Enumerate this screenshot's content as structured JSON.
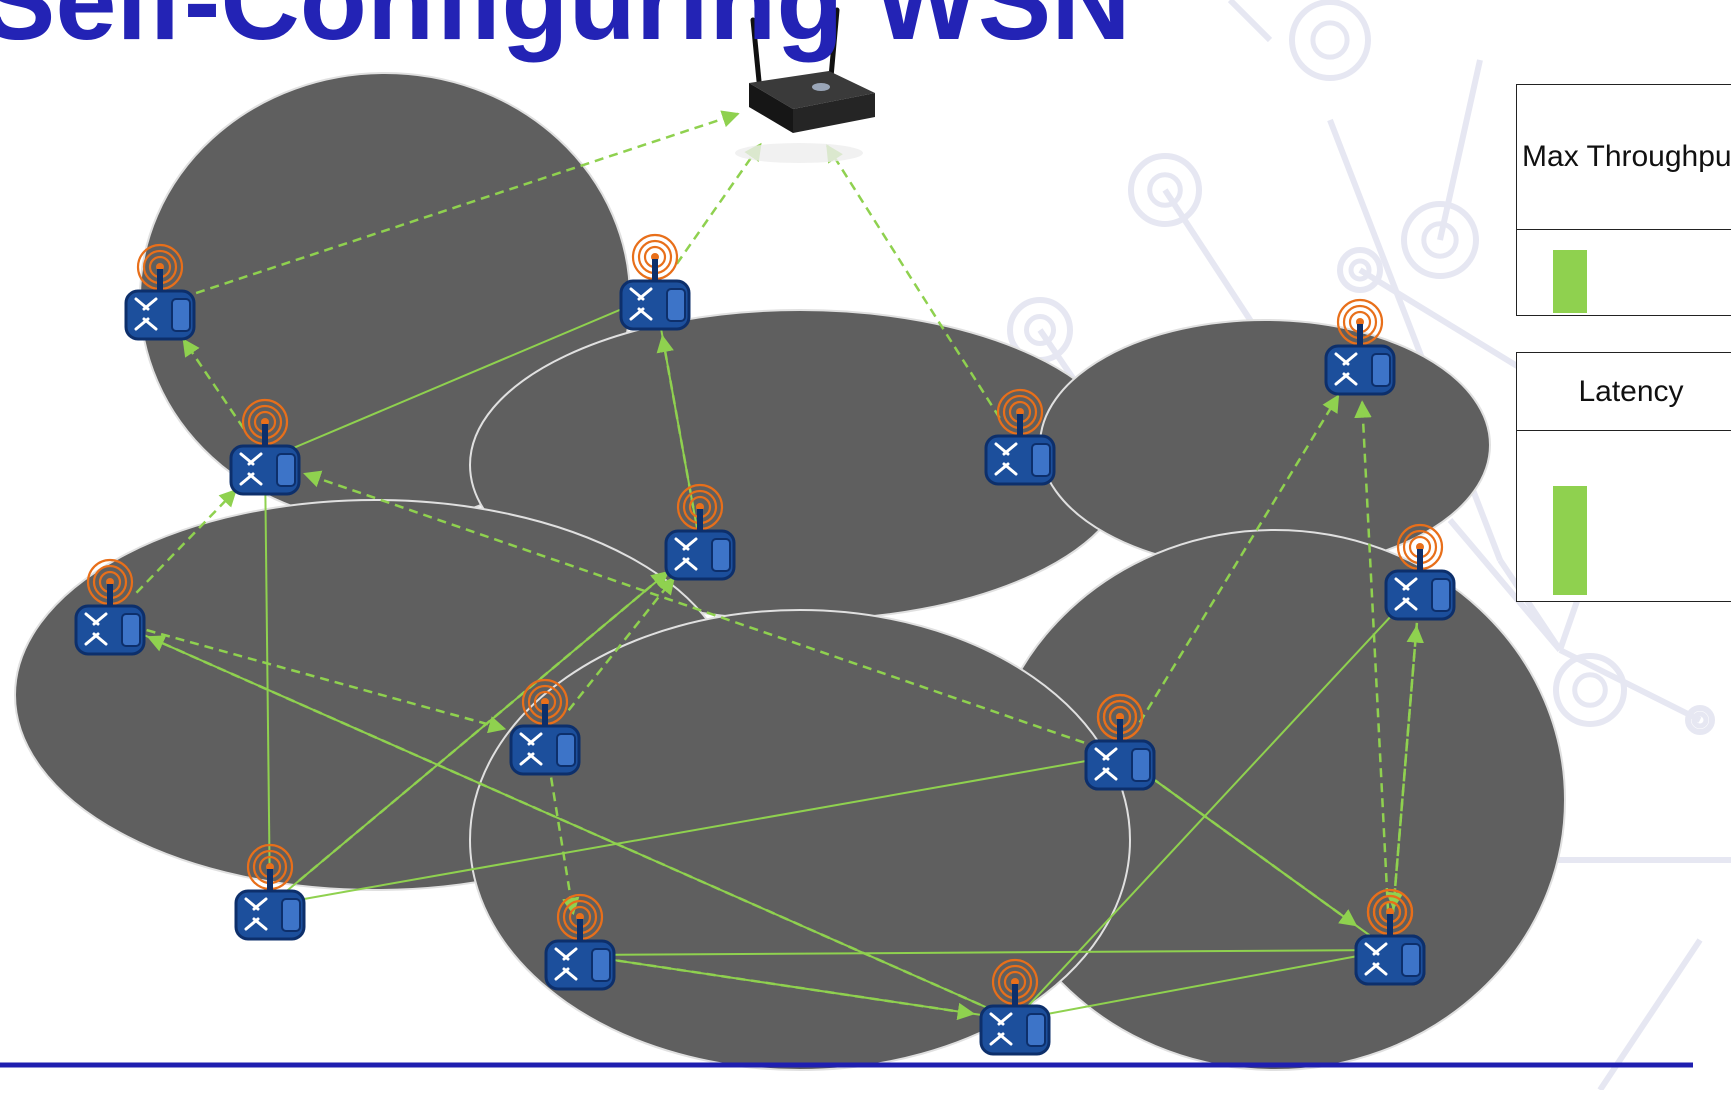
{
  "title": "Self-Configuring WSN",
  "colors": {
    "title": "#2323b5",
    "footer_rule": "#1f1fb0",
    "region_fill": "#5f5f5f",
    "region_outline": "#e0e0e0",
    "mesh_link": "#8fd14f",
    "route_link": "#8fd14f",
    "node_body": "#1c4f9c",
    "antenna_rings": "#e86f1a",
    "meter_bar": "#8fd14f",
    "watermark": "#e6e7f2"
  },
  "meters": {
    "throughput": {
      "label": "Max Throughput",
      "level": 0.74
    },
    "latency": {
      "label": "Latency",
      "level": 0.64
    }
  },
  "gateway": {
    "icon": "wireless-router-icon"
  },
  "nodes": [
    {
      "id": "n1",
      "icon": "wireless-sensor-node-icon"
    },
    {
      "id": "n2",
      "icon": "wireless-sensor-node-icon"
    },
    {
      "id": "n3",
      "icon": "wireless-sensor-node-icon"
    },
    {
      "id": "n4",
      "icon": "wireless-sensor-node-icon"
    },
    {
      "id": "n5",
      "icon": "wireless-sensor-node-icon"
    },
    {
      "id": "n6",
      "icon": "wireless-sensor-node-icon"
    },
    {
      "id": "n7",
      "icon": "wireless-sensor-node-icon"
    },
    {
      "id": "n8",
      "icon": "wireless-sensor-node-icon"
    },
    {
      "id": "n9",
      "icon": "wireless-sensor-node-icon"
    },
    {
      "id": "n10",
      "icon": "wireless-sensor-node-icon"
    },
    {
      "id": "n11",
      "icon": "wireless-sensor-node-icon"
    },
    {
      "id": "n12",
      "icon": "wireless-sensor-node-icon"
    },
    {
      "id": "n13",
      "icon": "wireless-sensor-node-icon"
    },
    {
      "id": "n14",
      "icon": "wireless-sensor-node-icon"
    },
    {
      "id": "n15",
      "icon": "wireless-sensor-node-icon"
    },
    {
      "id": "n16",
      "icon": "wireless-sensor-node-icon"
    }
  ],
  "mesh_links": [
    [
      "n2",
      "n3"
    ],
    [
      "n2",
      "n5"
    ],
    [
      "n3",
      "n7"
    ],
    [
      "n5",
      "n7"
    ],
    [
      "n7",
      "n10"
    ],
    [
      "n6",
      "n13"
    ],
    [
      "n12",
      "n13"
    ],
    [
      "n12",
      "n16"
    ],
    [
      "n13",
      "n14"
    ],
    [
      "n13",
      "n11"
    ],
    [
      "n14",
      "n16"
    ],
    [
      "n14",
      "n15"
    ],
    [
      "n15",
      "n16"
    ]
  ],
  "route_links": [
    [
      "n1",
      "gw"
    ],
    [
      "n2",
      "gw"
    ],
    [
      "n4",
      "gw"
    ],
    [
      "n3",
      "n1"
    ],
    [
      "n6",
      "n3"
    ],
    [
      "n10",
      "n3"
    ],
    [
      "n5",
      "n2"
    ],
    [
      "n7",
      "n5"
    ],
    [
      "n8",
      "n5"
    ],
    [
      "n6",
      "n8"
    ],
    [
      "n10",
      "n9"
    ],
    [
      "n8",
      "n12"
    ],
    [
      "n13",
      "n6"
    ],
    [
      "n11",
      "n14"
    ],
    [
      "n16",
      "n11"
    ],
    [
      "n15",
      "n16"
    ],
    [
      "n12",
      "n13"
    ],
    [
      "n14",
      "n9"
    ]
  ]
}
